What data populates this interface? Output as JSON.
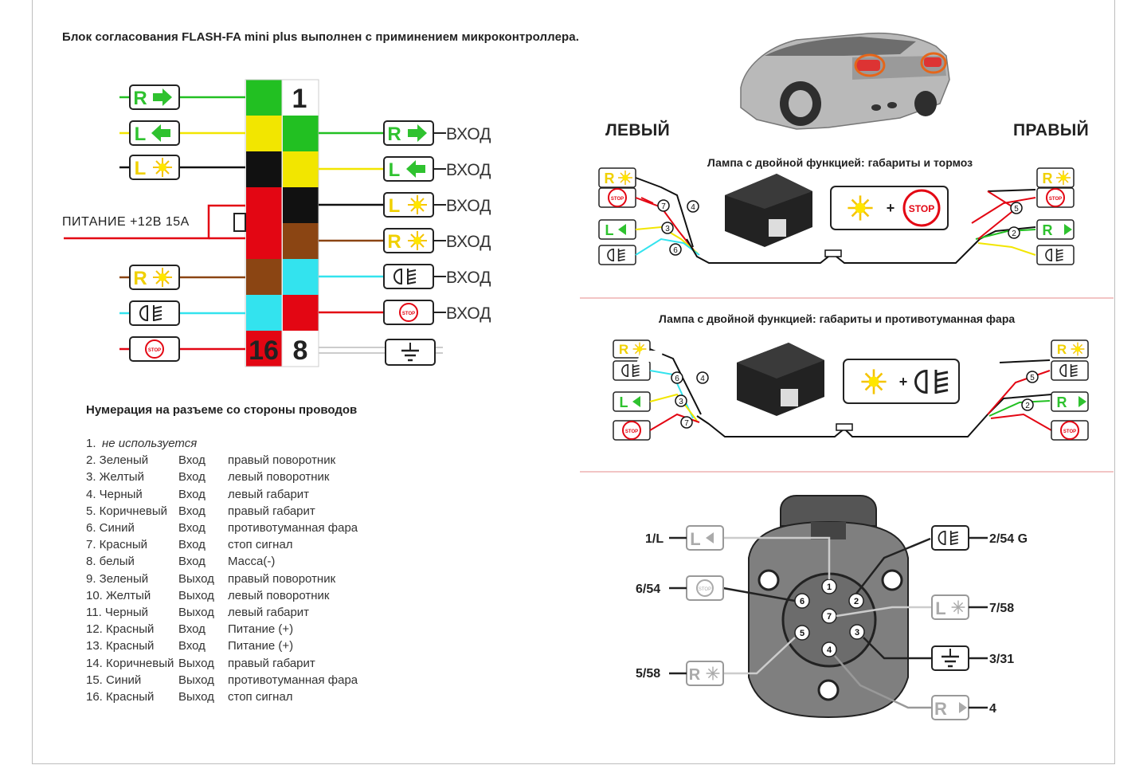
{
  "title": "Блок согласования FLASH-FA mini plus выполнен с приминением микроконтроллера.",
  "power_label": "ПИТАНИЕ +12В 15А",
  "connector": {
    "left_column": [
      "",
      "",
      "",
      "",
      "",
      "",
      "",
      "16"
    ],
    "right_column": [
      "1",
      "",
      "",
      "",
      "",
      "",
      "",
      "8"
    ],
    "left_colors": [
      "#22c022",
      "#f2e600",
      "#111111",
      "#e30613",
      "#e30613",
      "#8b4513",
      "#33e3ee",
      "#e30613"
    ],
    "right_colors": [
      "#ffffff",
      "#22c022",
      "#f2e600",
      "#111111",
      "#8b4513",
      "#33e3ee",
      "#e30613",
      "#ffffff"
    ]
  },
  "inputs": {
    "label": "ВХОД"
  },
  "icons": {
    "R": "R",
    "L": "L",
    "stop": "STOP",
    "stop_big": "STOP"
  },
  "numbering": {
    "title": "Нумерация на разъеме со стороны проводов",
    "rows": [
      {
        "n": "1.",
        "name": "не используется",
        "dir": "",
        "desc": ""
      },
      {
        "n": "2.",
        "name": "Зеленый",
        "dir": "Вход",
        "desc": "правый поворотник"
      },
      {
        "n": "3.",
        "name": "Желтый",
        "dir": "Вход",
        "desc": "левый поворотник"
      },
      {
        "n": "4.",
        "name": "Черный",
        "dir": "Вход",
        "desc": "левый габарит"
      },
      {
        "n": "5.",
        "name": "Коричневый",
        "dir": "Вход",
        "desc": "правый габарит"
      },
      {
        "n": "6.",
        "name": "Синий",
        "dir": "Вход",
        "desc": "противотуманная фара"
      },
      {
        "n": "7.",
        "name": "Красный",
        "dir": "Вход",
        "desc": "стоп сигнал"
      },
      {
        "n": "8.",
        "name": "белый",
        "dir": "Вход",
        "desc": "Масса(-)"
      },
      {
        "n": "9.",
        "name": "Зеленый",
        "dir": "Выход",
        "desc": "правый поворотник"
      },
      {
        "n": "10.",
        "name": "Желтый",
        "dir": "Выход",
        "desc": "левый поворотник"
      },
      {
        "n": "11.",
        "name": "Черный",
        "dir": "Выход",
        "desc": "левый габарит"
      },
      {
        "n": "12.",
        "name": "Красный",
        "dir": "Вход",
        "desc": "Питание (+)"
      },
      {
        "n": "13.",
        "name": "Красный",
        "dir": "Вход",
        "desc": "Питание (+)"
      },
      {
        "n": "14.",
        "name": "Коричневый",
        "dir": "Выход",
        "desc": "правый габарит"
      },
      {
        "n": "15.",
        "name": "Синий",
        "dir": "Выход",
        "desc": "противотуманная фара"
      },
      {
        "n": "16.",
        "name": "Красный",
        "dir": "Выход",
        "desc": "стоп сигнал"
      }
    ]
  },
  "wiring": {
    "left_label": "ЛЕВЫЙ",
    "right_label": "ПРАВЫЙ",
    "lamp1_title": "Лампа с двойной функцией: габариты и тормоз",
    "lamp2_title": "Лампа с двойной функцией: габариты и противотуманная фара",
    "plus": "+",
    "d1_left_numbers": [
      "7",
      "4",
      "3",
      "6"
    ],
    "d1_right_numbers": [
      "5",
      "2"
    ],
    "d2_left_numbers": [
      "6",
      "4",
      "3",
      "7"
    ],
    "d2_right_numbers": [
      "5",
      "2"
    ]
  },
  "socket": {
    "pins": [
      "1",
      "2",
      "3",
      "4",
      "5",
      "6",
      "7"
    ],
    "labels": {
      "p1": "1/L",
      "p2": "2/54 G",
      "p6": "6/54",
      "p7": "7/58",
      "p3": "3/31",
      "p5": "5/58",
      "p4": "4"
    }
  },
  "colors": {
    "green": "#22c022",
    "yellow": "#f2e600",
    "black": "#111111",
    "red": "#e30613",
    "brown": "#8b4513",
    "cyan": "#33e3ee",
    "stop_red": "#e30613"
  }
}
